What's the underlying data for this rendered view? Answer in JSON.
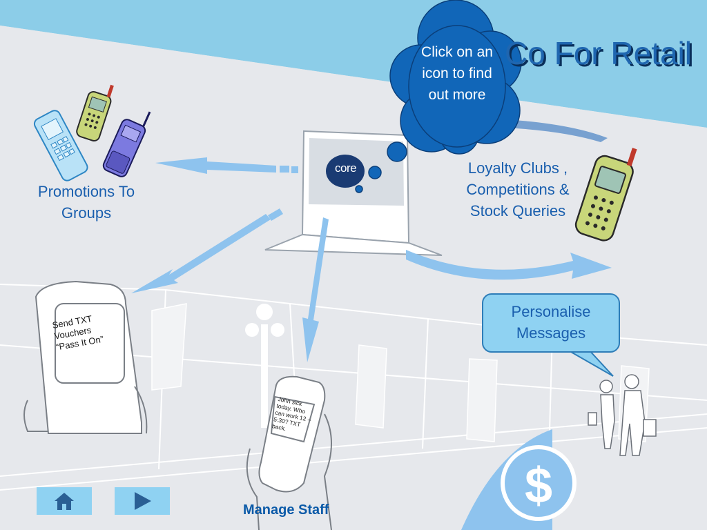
{
  "slide": {
    "title": "Co        For Retail",
    "cloud_tip": "Click on an icon to find out more",
    "brand_text": "core",
    "labels": {
      "promotions": "Promotions To Groups",
      "loyalty": "Loyalty Clubs , Competitions & Stock Queries",
      "personalise": "Personalise Messages",
      "manage_staff": "Manage Staff"
    },
    "phone_screen_text": "Send TXT Vouchers “Pass It On”",
    "staff_sms_text": "John sick today. Who can work 12 – 5:30? TXT back.",
    "nav": {
      "home_icon": "home-icon",
      "next_icon": "play-arrow-icon"
    },
    "colors": {
      "accent_blue": "#1f66b0",
      "sky": "#8ccde8",
      "bubble": "#8fd2f2",
      "cloud": "#1166b8"
    }
  }
}
